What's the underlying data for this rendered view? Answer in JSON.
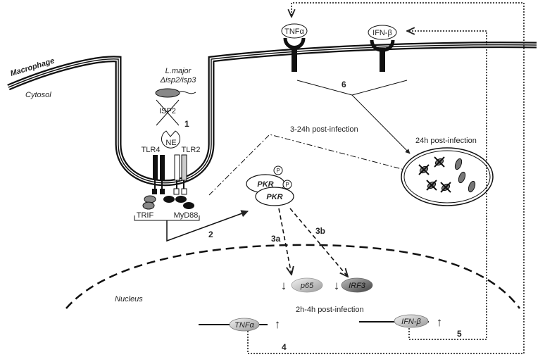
{
  "labels": {
    "macrophage": "Macrophage",
    "cytosol": "Cytosol",
    "parasite_name": "L.major",
    "parasite_strain": "Δisp2/isp3",
    "isp2": "ISP2",
    "ne": "NE",
    "tlr4": "TLR4",
    "tlr2": "TLR2",
    "trif": "TRIF",
    "myd88": "MyD88",
    "pkr": "PKR",
    "phospho": "P",
    "tnfa_receptor": "TNFα",
    "ifnb_receptor": "IFN-β",
    "post_3_24h": "3-24h post-infection",
    "post_24h": "24h post-infection",
    "post_2_4h": "2h-4h post-infection",
    "p65": "p65",
    "irf3": "IRF3",
    "nucleus": "Nucleus",
    "tnfa_gene": "TNFα",
    "ifnb_gene": "IFN-β",
    "down_arrow": "↓",
    "up_arrow": "↑"
  },
  "steps": {
    "s1": "1",
    "s2": "2",
    "s3a": "3a",
    "s3b": "3b",
    "s4": "4",
    "s5": "5",
    "s6": "6"
  }
}
